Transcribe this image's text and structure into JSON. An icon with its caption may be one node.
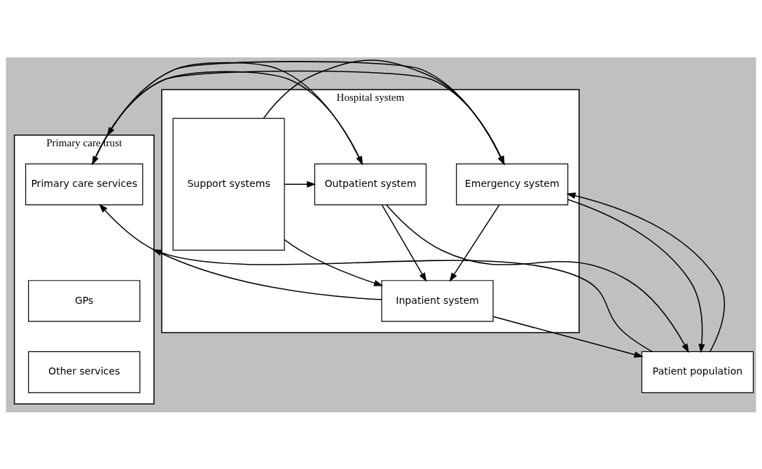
{
  "diagram": {
    "nodes": [
      {
        "text": [
          "Primary care trust"
        ]
      },
      {
        "text": [
          "Primary care services"
        ],
        "in": 0
      },
      {
        "text": [
          "GPs"
        ],
        "in": 0
      },
      {
        "text": [
          "Other services"
        ],
        "in": 0
      },
      {
        "text": [
          "Hospital system"
        ]
      },
      {
        "text": [
          "Outpatient system"
        ],
        "in": 4
      },
      {
        "text": [
          "Inpatient system"
        ],
        "in": 4
      },
      {
        "text": [
          "Emergency system"
        ],
        "in": 4
      },
      {
        "text": [
          "Support systems"
        ],
        "in": 4
      },
      {
        "text": [
          "Patient population"
        ]
      }
    ],
    "edges": [
      {
        "from": 1,
        "to": 5,
        "arrow": "to"
      },
      {
        "from": 5,
        "to": 1,
        "arrow": "to"
      },
      {
        "from": 6,
        "to": 1,
        "arrow": "to"
      },
      {
        "from": 5,
        "to": 9,
        "arrow": "to"
      },
      {
        "from": 6,
        "to": 9,
        "arrow": "to"
      },
      {
        "from": 0,
        "to": 7,
        "arrow": "to"
      },
      {
        "from": 7,
        "to": 0,
        "arrow": "to"
      },
      {
        "from": 7,
        "to": 9,
        "arrow": "to"
      },
      {
        "from": 9,
        "to": 7,
        "arrow": "to"
      },
      {
        "from": 9,
        "to": 0,
        "arrow": "to"
      },
      {
        "from": 5,
        "to": 6,
        "arrow": "to"
      },
      {
        "from": 7,
        "to": 6,
        "arrow": "to"
      },
      {
        "from": 8,
        "to": 5,
        "arrow": "to"
      },
      {
        "from": 8,
        "to": 6,
        "arrow": "to"
      },
      {
        "from": 8,
        "to": 7,
        "arrow": "to"
      }
    ]
  }
}
